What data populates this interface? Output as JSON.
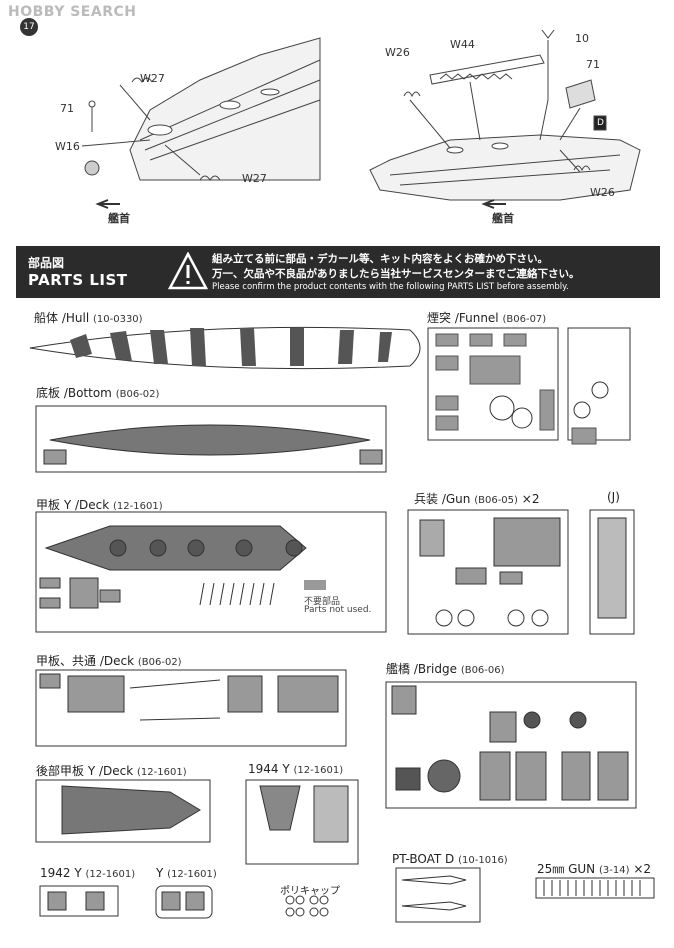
{
  "header": {
    "logo": "HOBBY SEARCH",
    "page_number": "17"
  },
  "assembly": {
    "left": {
      "refs": [
        "W27",
        "71",
        "W16",
        "W27"
      ],
      "bow": "艦首"
    },
    "right": {
      "refs": [
        "W26",
        "W44",
        "10",
        "71",
        "D",
        "W26"
      ],
      "bow": "艦首"
    }
  },
  "banner": {
    "title_jp": "部品図",
    "title_en": "PARTS LIST",
    "warning_jp_1": "組み立てる前に部品・デカール等、キット内容をよくお確かめ下さい。",
    "warning_jp_2": "万一、欠品や不良品がありましたら当社サービスセンターまでご連絡下さい。",
    "warning_en": "Please confirm the product contents with the following PARTS LIST before assembly."
  },
  "sections": {
    "hull": {
      "name": "船体 /Hull",
      "code": "(10-0330)"
    },
    "funnel": {
      "name": "煙突 /Funnel",
      "code": "(B06-07)"
    },
    "bottom": {
      "name": "底板 /Bottom",
      "code": "(B06-02)"
    },
    "deck_y": {
      "name": "甲板 Y /Deck",
      "code": "(12-1601)"
    },
    "gun": {
      "name": "兵装 /Gun",
      "code": "(B06-05)",
      "mult": "×2"
    },
    "j": {
      "name": "(J)"
    },
    "not_needed": {
      "jp": "不要部品",
      "en": "Parts not used."
    },
    "deck_common": {
      "name": "甲板、共通 /Deck",
      "code": "(B06-02)"
    },
    "bridge": {
      "name": "艦橋 /Bridge",
      "code": "(B06-06)"
    },
    "rear_deck": {
      "name": "後部甲板 Y /Deck",
      "code": "(12-1601)"
    },
    "y1944": {
      "name": "1944 Y",
      "code": "(12-1601)"
    },
    "y1942": {
      "name": "1942 Y",
      "code": "(12-1601)"
    },
    "y": {
      "name": "Y",
      "code": "(12-1601)"
    },
    "polycap": {
      "name": "ポリキャップ"
    },
    "ptboat": {
      "name": "PT-BOAT D",
      "code": "(10-1016)"
    },
    "gun25": {
      "name": "25㎜ GUN",
      "code": "(3-14)",
      "mult": "×2"
    }
  }
}
